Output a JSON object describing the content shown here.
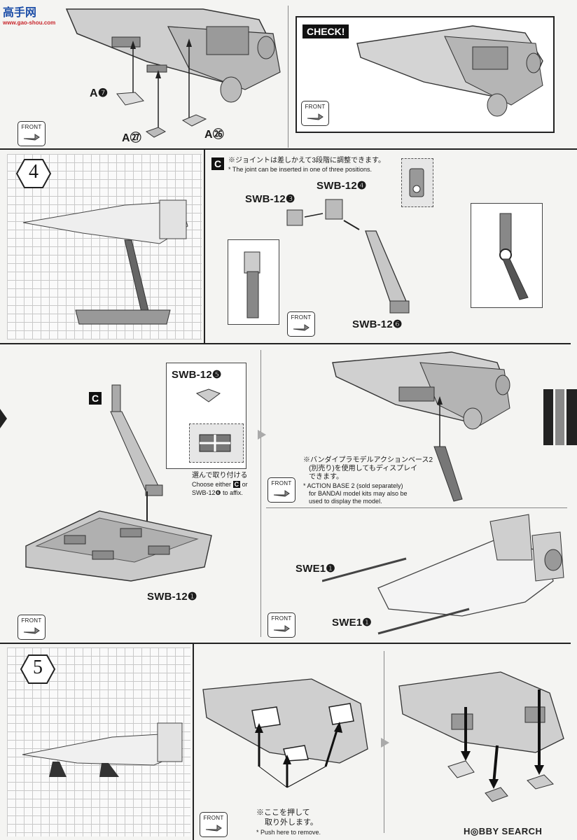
{
  "watermark": {
    "top_text": "高手网",
    "url": "www.gao-shou.com"
  },
  "check_label": "CHECK!",
  "front_label": "FRONT",
  "steps": {
    "s4": "4",
    "s5": "5"
  },
  "top_section": {
    "part_a7": "A❼",
    "part_a27": "A㉗",
    "part_a26": "A㉖"
  },
  "joint_section": {
    "c_badge": "C",
    "note_jp": "※ジョイントは差しかえて3段階に調整できます。",
    "note_en": "* The joint can be inserted in one of three positions.",
    "part_swb12_3": "SWB-12❸",
    "part_swb12_4": "SWB-12❹",
    "part_swb12_6": "SWB-12❻"
  },
  "base_section": {
    "c_badge": "C",
    "part_swb12_5": "SWB-12❺",
    "choose_jp": "選んで取り付ける",
    "choose_en_1": "Choose either",
    "choose_en_c": "C",
    "choose_en_2": "or",
    "choose_en_3": "SWB-12❻ to affix.",
    "part_swb12_1": "SWB-12❶",
    "action_base_jp_1": "※バンダイプラモデルアクションベース2",
    "action_base_jp_2": "(別売り)を使用してもディスプレイ",
    "action_base_jp_3": "できます。",
    "action_base_en_1": "* ACTION BASE 2 (sold separately)",
    "action_base_en_2": "for BANDAI model kits may also be",
    "action_base_en_3": "used to display the model.",
    "part_swe1_a": "SWE1❶",
    "part_swe1_b": "SWE1❶"
  },
  "step5_section": {
    "push_jp_1": "※ここを押して",
    "push_jp_2": "取り外します。",
    "push_en": "* Push here to remove."
  },
  "footer_logo": "H◎BBY SEARCH"
}
